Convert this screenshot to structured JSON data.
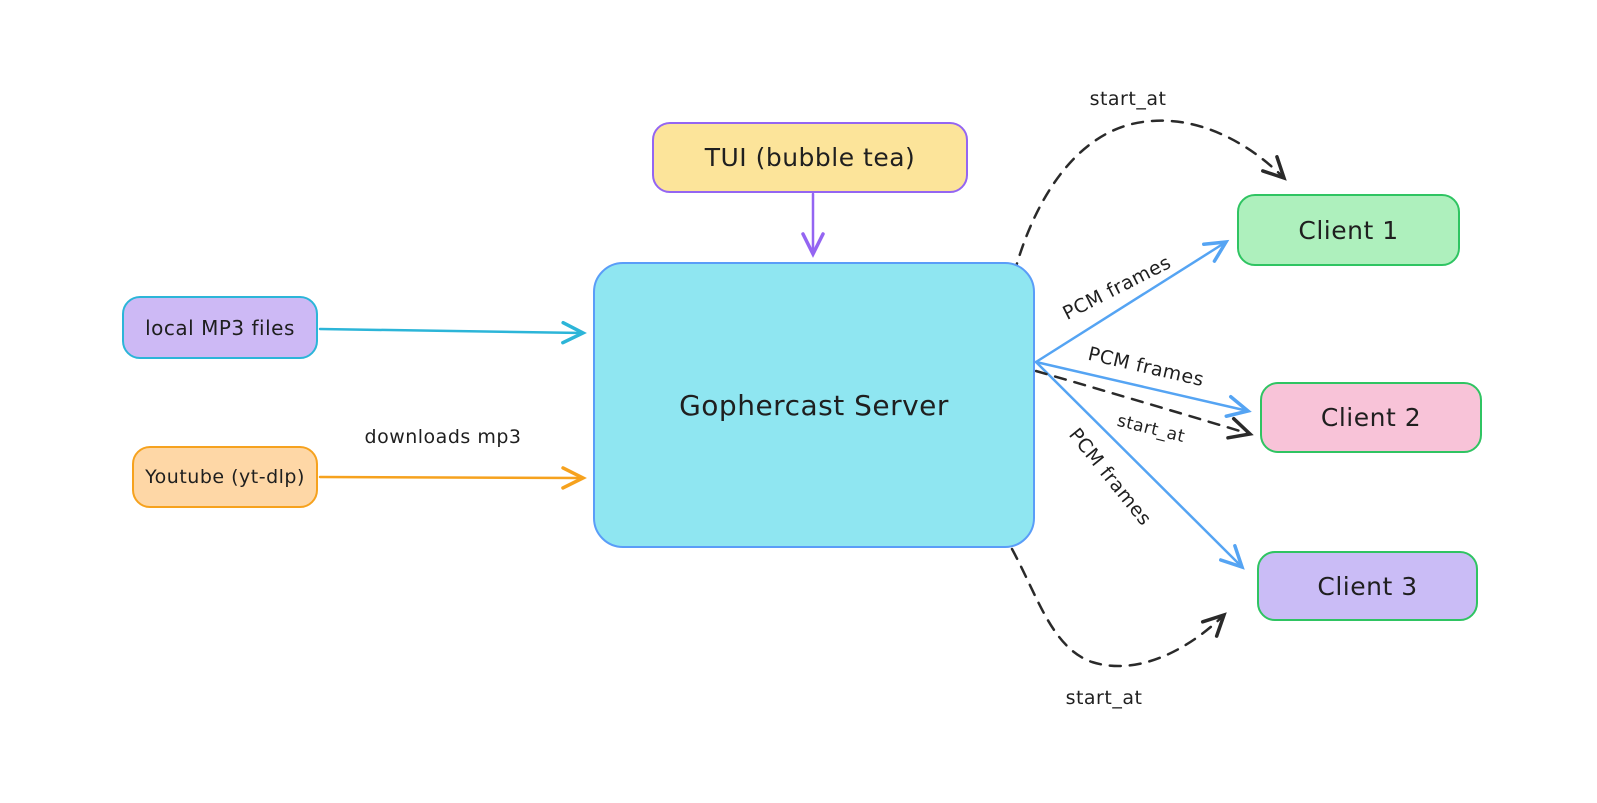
{
  "diagram": {
    "nodes": {
      "tui": {
        "label": "TUI (bubble tea)",
        "fill": "#fce49a",
        "border": "#9465f2"
      },
      "local_mp3": {
        "label": "local MP3 files",
        "fill": "#cdb9f5",
        "border": "#2cb5d8"
      },
      "youtube": {
        "label": "Youtube (yt-dlp)",
        "fill": "#fed7a6",
        "border": "#f6a21e"
      },
      "server": {
        "label": "Gophercast Server",
        "fill": "#8fe6f1",
        "border": "#5a9df8"
      },
      "client1": {
        "label": "Client 1",
        "fill": "#aef0bd",
        "border": "#2fc462"
      },
      "client2": {
        "label": "Client 2",
        "fill": "#f8c3d8",
        "border": "#2fc462"
      },
      "client3": {
        "label": "Client 3",
        "fill": "#cabcf6",
        "border": "#2fc462"
      }
    },
    "edges": {
      "downloads_mp3_label": "downloads mp3",
      "pcm_frames_label_1": "PCM frames",
      "pcm_frames_label_2": "PCM frames",
      "pcm_frames_label_3": "PCM frames",
      "start_at_label_top": "start_at",
      "start_at_label_mid": "start_at",
      "start_at_label_bottom": "start_at"
    },
    "colors": {
      "background": "#ffffff",
      "text": "#1f1f1f",
      "cyan_arrow": "#2cb5d8",
      "orange_arrow": "#f6a21e",
      "purple_arrow": "#9465f2",
      "blue_arrow": "#55a4f3",
      "dashed_arrow": "#2a2a2a"
    }
  }
}
